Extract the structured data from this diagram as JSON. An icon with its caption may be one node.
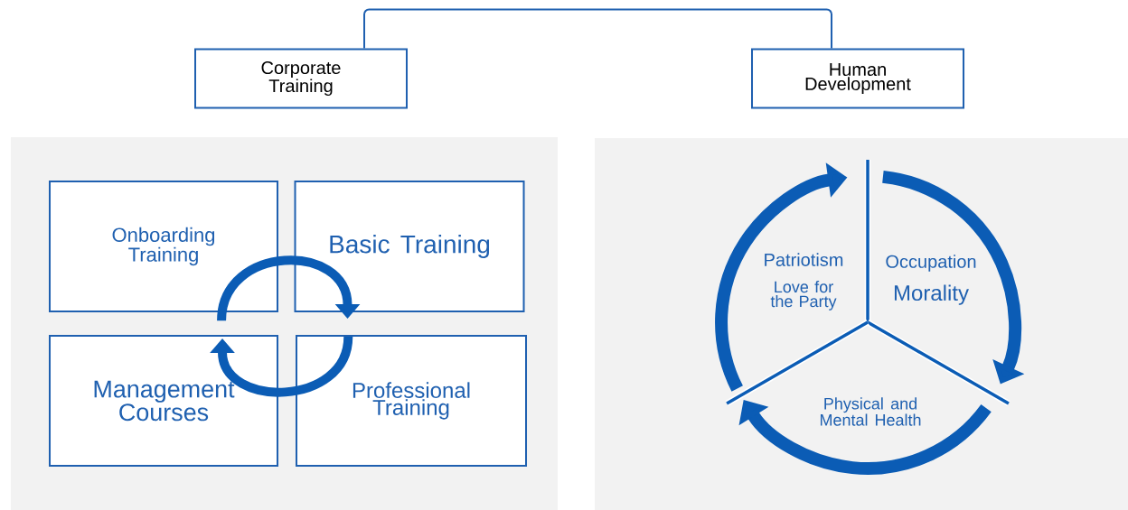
{
  "diagram": {
    "nodes": [
      {
        "text": [
          "Corporate Training"
        ]
      },
      {
        "text": [
          "Human Development"
        ]
      },
      {
        "text": [],
        "shape": "box"
      },
      {
        "text": [],
        "shape": "box"
      },
      {
        "text": [
          "Onboarding Training"
        ],
        "in": 2
      },
      {
        "text": [
          "Basic Training"
        ],
        "in": 2
      },
      {
        "text": [
          "Management Courses"
        ],
        "in": 2
      },
      {
        "text": [
          "Professional Training"
        ],
        "in": 2
      },
      {
        "text": [
          "Patriotism",
          "Love for the Party"
        ],
        "in": 3
      },
      {
        "text": [
          "Occupation",
          "Morality"
        ],
        "in": 3
      },
      {
        "text": [
          "Physical and Mental Health"
        ],
        "in": 3
      }
    ],
    "edges": [
      {
        "from": 0,
        "to": 1,
        "arrow": "none"
      },
      {
        "from": 4,
        "to": 5,
        "arrow": "to"
      },
      {
        "from": 7,
        "to": 6,
        "arrow": "to"
      }
    ]
  }
}
